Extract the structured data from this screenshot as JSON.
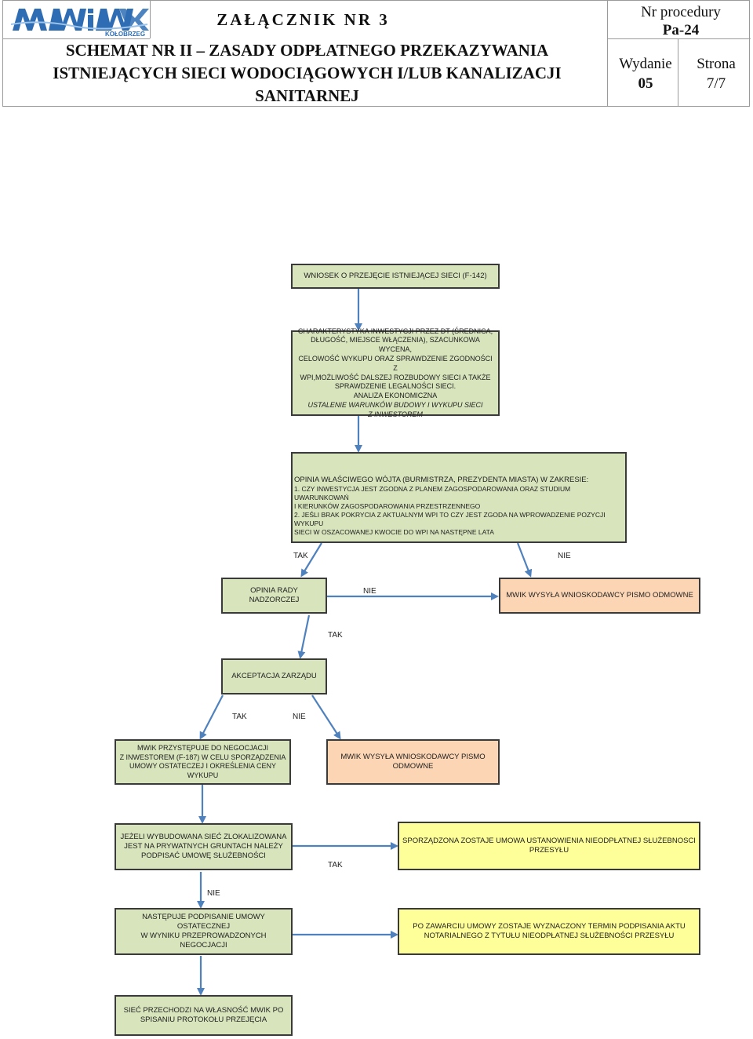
{
  "header": {
    "logo_text": "MWiK",
    "logo_city": "KOŁOBRZEG",
    "annex": "ZAŁĄCZNIK NR 3",
    "title_lines": [
      "SCHEMAT NR II – ZASADY ODPŁATNEGO PRZEKAZYWANIA",
      "ISTNIEJĄCYCH SIECI WODOCIĄGOWYCH I/LUB KANALIZACJI",
      "SANITARNEJ"
    ],
    "procedure_label": "Nr procedury",
    "procedure_value": "Pa-24",
    "edition_label": "Wydanie",
    "edition_value": "05",
    "page_label": "Strona",
    "page_value": "7/7"
  },
  "colors": {
    "green": "#d8e4bc",
    "orange": "#fcd5b4",
    "yellow": "#ffff99",
    "arrow": "#4f81bd"
  },
  "flow": {
    "box1": "WNIOSEK O PRZEJĘCIE ISTNIEJĄCEJ SIECI (F-142)",
    "box2": [
      "CHARAKTERYSTYKA INWESTYCJI PRZEZ DT (ŚREDNICA,",
      "DŁUGOŚĆ, MIEJSCE WŁĄCZENIA), SZACUNKOWA WYCENA,",
      "CELOWOŚĆ WYKUPU ORAZ SPRAWDZENIE ZGODNOŚCI Z",
      "WPI,MOŻLIWOŚĆ DALSZEJ ROZBUDOWY SIECI A TAKŻE",
      "SPRAWDZENIE LEGALNOŚCI SIECI.",
      "ANALIZA EKONOMICZNA",
      "USTALENIE WARUNKÓW BUDOWY I WYKUPU SIECI",
      "Z INWESTOREM"
    ],
    "box3": {
      "heading": "OPINIA WŁAŚCIWEGO WÓJTA (BURMISTRZA, PREZYDENTA MIASTA) W ZAKRESIE:",
      "lines": [
        "1. CZY INWESTYCJA JEST ZGODNA Z PLANEM   ZAGOSPODAROWANIA ORAZ STUDIUM UWARUNKOWAŃ",
        "I KIERUNKÓW ZAGOSPODAROWANIA PRZESTRZENNEGO",
        "2. JEŚLI BRAK POKRYCIA Z AKTUALNYM WPI TO CZY JEST ZGODA NA WPROWADZENIE  POZYCJI WYKUPU",
        "SIECI W OSZACOWANEJ KWOCIE DO WPI NA NASTĘPNE LATA"
      ]
    },
    "label_tak1": "TAK",
    "label_nie1": "NIE",
    "box4": "OPINIA RADY NADZORCZEJ",
    "label_nie2": "NIE",
    "box5": "MWIK WYSYŁA WNIOSKODAWCY PISMO ODMOWNE",
    "label_tak2": "TAK",
    "box6": "AKCEPTACJA ZARZĄDU",
    "label_tak3": "TAK",
    "label_nie3": "NIE",
    "box7": [
      "MWIK PRZYSTĘPUJE DO NEGOCJACJI",
      "Z INWESTOREM (F-187) W CELU SPORZĄDZENIA",
      "UMOWY OSTATECZEJ I OKREŚLENIA CENY",
      "WYKUPU"
    ],
    "box8": [
      "MWIK WYSYŁA WNIOSKODAWCY PISMO",
      "ODMOWNE"
    ],
    "box9": [
      "JEŻELI WYBUDOWANA SIEĆ ZLOKALIZOWANA",
      "JEST NA PRYWATNYCH GRUNTACH NALEŻY",
      "PODPISAĆ UMOWĘ SŁUŻEBNOŚCI"
    ],
    "label_tak4": "TAK",
    "box10": [
      "SPORZĄDZONA ZOSTAJE UMOWA USTANOWIENIA NIEODPŁATNEJ SŁUŻEBNOSCI",
      "PRZESYŁU"
    ],
    "label_nie4": "NIE",
    "box11": [
      "NASTĘPUJE PODPISANIE UMOWY OSTATECZNEJ",
      "W WYNIKU PRZEPROWADZONYCH NEGOCJACJI"
    ],
    "box12": [
      "PO ZAWARCIU UMOWY ZOSTAJE WYZNACZONY TERMIN  PODPISANIA AKTU",
      "NOTARIALNEGO Z TYTUŁU NIEODPŁATNEJ SŁUŻEBNOŚCI PRZESYŁU"
    ],
    "box13": [
      "SIEĆ PRZECHODZI NA WŁASNOŚĆ MWIK PO",
      "SPISANIU PROTOKOŁU PRZEJĘCIA"
    ]
  }
}
